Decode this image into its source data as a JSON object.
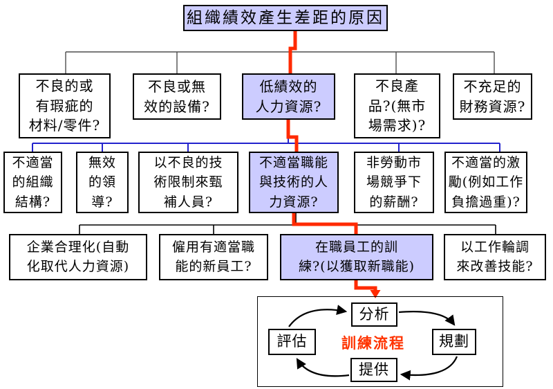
{
  "diagram_title": "組織績效產生差距的原因",
  "colors": {
    "highlight_fill": "#ccccff",
    "red_path": "#ff2a00",
    "blue_line": "#2222cc",
    "gray_line": "#4d4d4d",
    "black_line": "#000000",
    "cycle_label_color": "#ff3300"
  },
  "level2": [
    {
      "label": "不良的或\n有瑕疵的\n材料/零件?",
      "highlighted": false
    },
    {
      "label": "不良或無\n效的設備?",
      "highlighted": false
    },
    {
      "label": "低績效的\n人力資源?",
      "highlighted": true
    },
    {
      "label": "不良產\n品?(無市\n場需求)?",
      "highlighted": false
    },
    {
      "label": "不充足的\n財務資源?",
      "highlighted": false
    }
  ],
  "level3": [
    {
      "label": "不適當\n的組織\n結構?",
      "highlighted": false
    },
    {
      "label": "無效\n的領\n導?",
      "highlighted": false
    },
    {
      "label": "以不良的技\n術限制來甄\n補人員?",
      "highlighted": false
    },
    {
      "label": "不適當職能\n與技術的人\n力資源?",
      "highlighted": true
    },
    {
      "label": "非勞動市\n場競爭下\n的薪酬?",
      "highlighted": false
    },
    {
      "label": "不適當的激\n勵(例如工作\n負擔過重)?",
      "highlighted": false
    }
  ],
  "level4": [
    {
      "label": "企業合理化(自動\n化取代人力資源)",
      "highlighted": false
    },
    {
      "label": "僱用有適當職\n能的新員工?",
      "highlighted": false
    },
    {
      "label": "在職員工的訓\n練?(以獲取新職能)",
      "highlighted": true
    },
    {
      "label": "以工作輪調\n來改善技能?",
      "highlighted": false
    }
  ],
  "training_cycle": {
    "center_label": "訓練流程",
    "steps": [
      {
        "label": "分析"
      },
      {
        "label": "規劃"
      },
      {
        "label": "提供"
      },
      {
        "label": "評估"
      }
    ]
  }
}
